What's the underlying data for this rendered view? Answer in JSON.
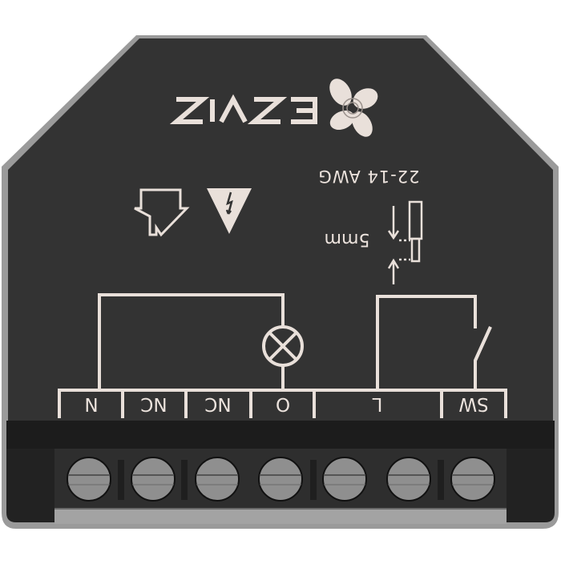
{
  "device": {
    "brand": "EZVIZ",
    "body_color": "#323232",
    "bezel_color": "#8e8e8e",
    "ink_color": "#ece3dd",
    "wire_gauge": "22-14 AWG",
    "strip_length": "5mm"
  },
  "icons": [
    "fan-logo-icon",
    "arrow-down-outline-icon",
    "high-voltage-warning-icon",
    "wire-strip-icon",
    "lamp-icon",
    "switch-icon"
  ],
  "terminals": [
    {
      "label": "N"
    },
    {
      "label": "NC"
    },
    {
      "label": "NC"
    },
    {
      "label": "O"
    },
    {
      "label": "L"
    },
    {
      "label": "SW"
    }
  ],
  "screws": {
    "count": 7,
    "color": "#8f8f8f"
  }
}
